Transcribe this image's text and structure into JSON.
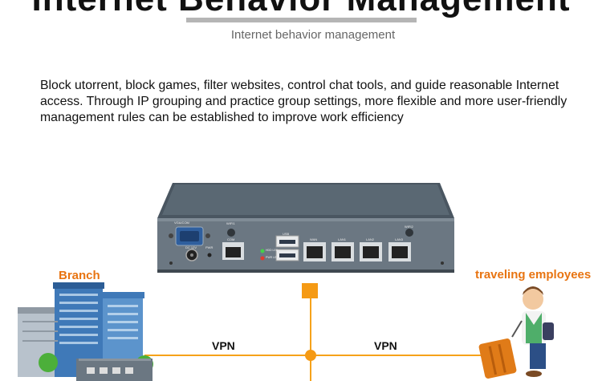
{
  "header": {
    "title": "Internet Behavior Management",
    "subtitle": "Internet behavior management"
  },
  "description": "Block utorrent, block games, filter websites, control chat tools, and guide reasonable Internet access. Through IP grouping and practice group settings, more flexible and more user-friendly management rules can be established to improve work efficiency",
  "diagram": {
    "branch_label": "Branch",
    "traveler_label": "traveling employees",
    "vpn_left": "VPN",
    "vpn_right": "VPN",
    "line_color": "#f6a21a",
    "accent_color": "#e87411"
  },
  "device": {
    "port_labels": {
      "vga": "VGA/COM",
      "wifi1": "WIFI1",
      "wifi2": "WIFI2",
      "com": "COM",
      "dc": "DC 12V",
      "pwr": "PWR",
      "usb": "USB",
      "hdd": "HDD LED",
      "pwr_led": "PWR LED",
      "wan": "WAN",
      "lan1": "LAN1",
      "lan2": "LAN2",
      "lan3": "LAN3"
    }
  }
}
